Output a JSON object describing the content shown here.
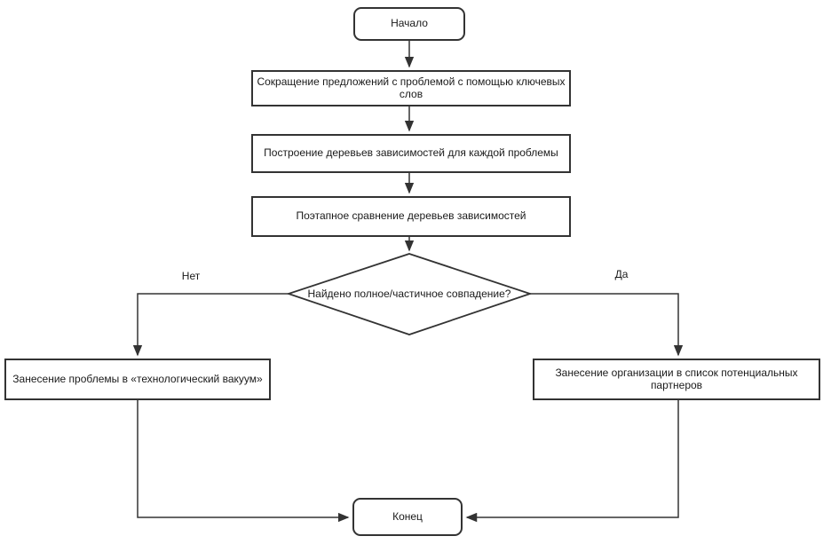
{
  "diagram": {
    "type": "flowchart",
    "language": "ru",
    "colors": {
      "background": "#ffffff",
      "node_fill": "#ffffff",
      "stroke": "#333333",
      "text": "#1a1a1a"
    },
    "nodes": {
      "start": {
        "shape": "rounded",
        "label": "Начало"
      },
      "reduce": {
        "shape": "rect",
        "label": "Сокращение предложений с проблемой с помощью ключевых слов"
      },
      "build": {
        "shape": "rect",
        "label": "Построение деревьев зависимостей для каждой проблемы"
      },
      "compare": {
        "shape": "rect",
        "label": "Поэтапное сравнение деревьев зависимостей"
      },
      "decision": {
        "shape": "diamond",
        "label": "Найдено полное/частичное совпадение?"
      },
      "vacuum": {
        "shape": "rect",
        "label": "Занесение проблемы в «технологический вакуум»"
      },
      "partners": {
        "shape": "rect",
        "label": "Занесение организации в список потенциальных партнеров"
      },
      "end": {
        "shape": "rounded",
        "label": "Конец"
      }
    },
    "edge_labels": {
      "no": "Нет",
      "yes": "Да"
    },
    "edges": [
      {
        "from": "start",
        "to": "reduce"
      },
      {
        "from": "reduce",
        "to": "build"
      },
      {
        "from": "build",
        "to": "compare"
      },
      {
        "from": "compare",
        "to": "decision"
      },
      {
        "from": "decision",
        "to": "vacuum",
        "label": "Нет"
      },
      {
        "from": "decision",
        "to": "partners",
        "label": "Да"
      },
      {
        "from": "vacuum",
        "to": "end"
      },
      {
        "from": "partners",
        "to": "end"
      }
    ]
  }
}
